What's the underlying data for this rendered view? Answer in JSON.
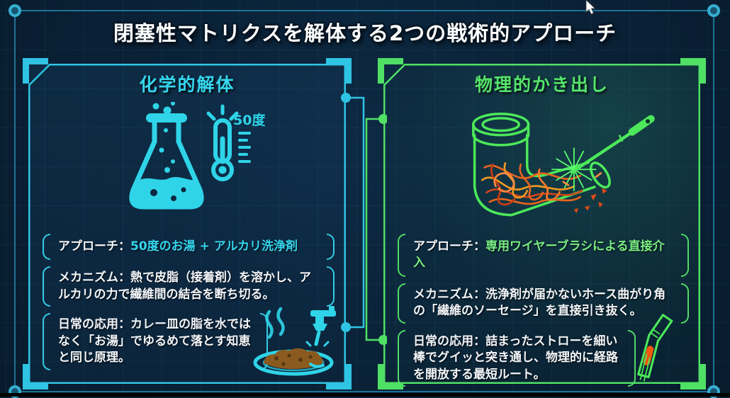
{
  "title": "閉塞性マトリクスを解体する2つの戦術的アプローチ",
  "panels": {
    "chemical": {
      "title": "化学的解体",
      "thermometer_label": "50度",
      "accent_color": "#35d6ee",
      "icons": [
        "flask-icon",
        "thermometer-icon",
        "faucet-curry-plate-icon"
      ],
      "rows": [
        {
          "label": "アプローチ：",
          "text": "50度のお湯 + アルカリ洗浄剤"
        },
        {
          "label": "メカニズム：",
          "text": "熱で皮脂（接着剤）を溶かし、アルカリの力で繊維間の結合を断ち切る。"
        },
        {
          "label": "日常の応用：",
          "text": "カレー皿の脂を水ではなく「お湯」でゆるめて落とす知恵と同じ原理。"
        }
      ]
    },
    "physical": {
      "title": "物理的かき出し",
      "accent_color": "#55e46a",
      "icons": [
        "pipe-wire-brush-icon",
        "straw-icon"
      ],
      "rows": [
        {
          "label": "アプローチ：",
          "text": "専用ワイヤーブラシによる直接介入"
        },
        {
          "label": "メカニズム：",
          "text": "洗浄剤が届かないホース曲がり角の「繊維のソーセージ」を直接引き抜く。"
        },
        {
          "label": "日常の応用：",
          "text": "詰まったストローを細い棒でグイッと突き通し、物理的に経路を開放する最短ルート。"
        }
      ]
    }
  },
  "colors": {
    "background": "#0b2238",
    "frame": "#1e7396",
    "cyan_accent": "#35d6ee",
    "green_accent": "#55e46a",
    "fiber_orange": "#e8641e",
    "curry_brown": "#8a5a1e",
    "debris_red": "#e14a17"
  },
  "cursor_icon": "mouse-cursor"
}
